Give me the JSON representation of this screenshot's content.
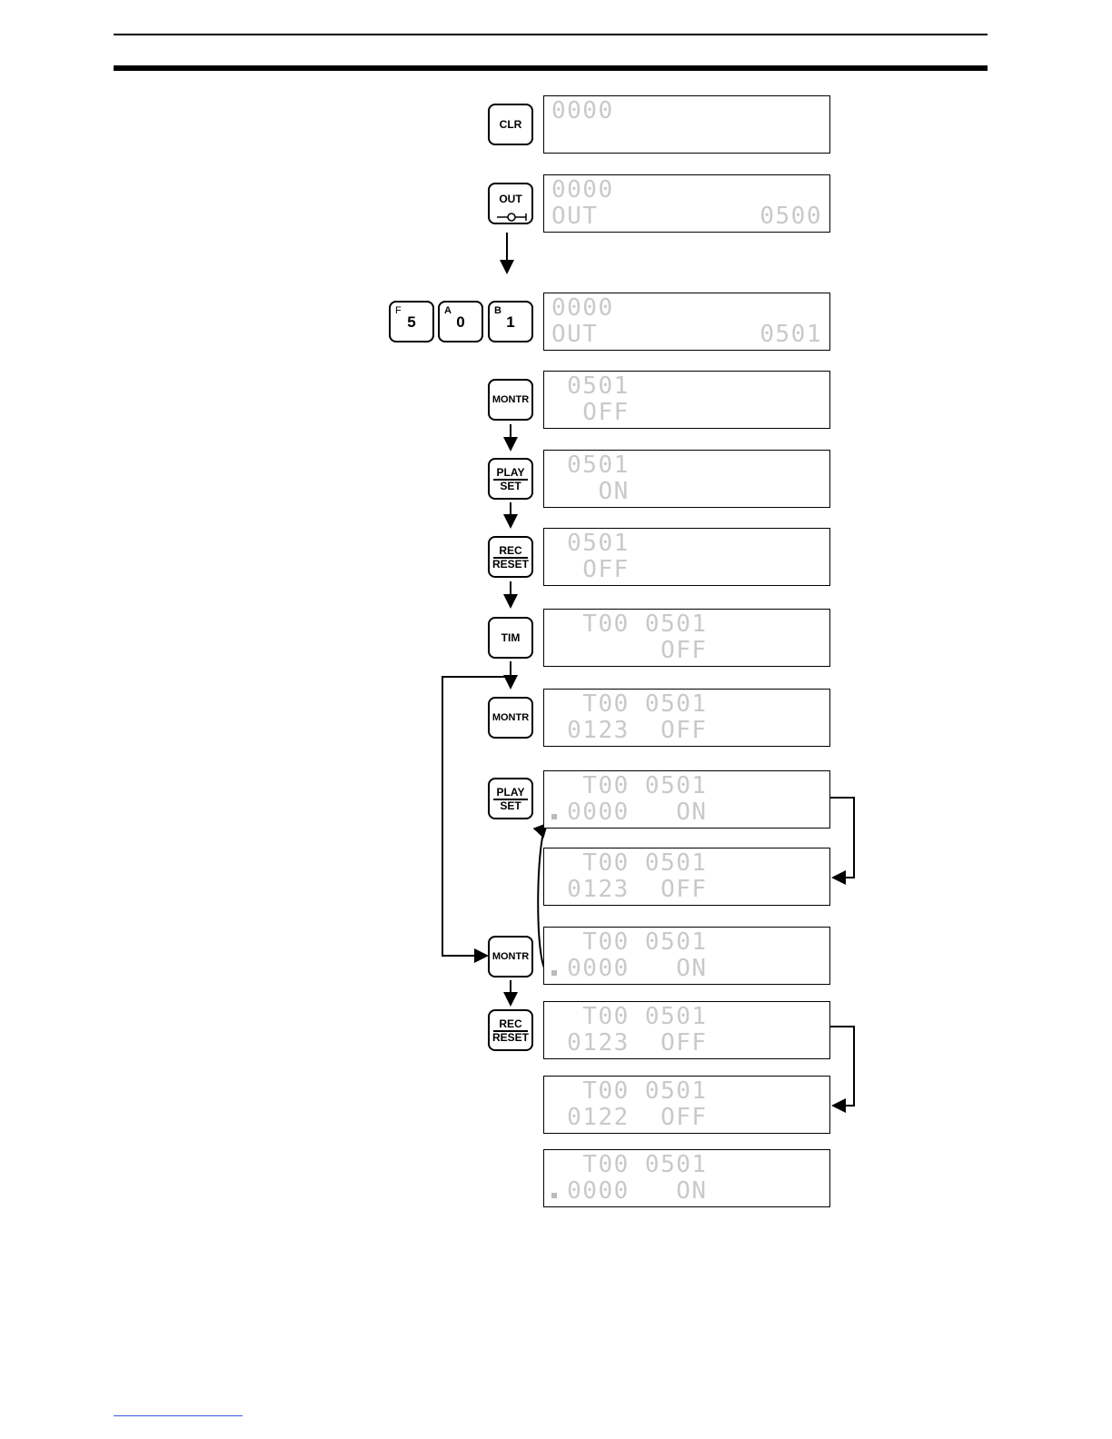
{
  "keys": {
    "clr": "CLR",
    "out": "OUT",
    "f5": {
      "corner": "F",
      "digit": "5"
    },
    "a0": {
      "corner": "A",
      "digit": "0"
    },
    "b1": {
      "corner": "B",
      "digit": "1"
    },
    "montr": "MONTR",
    "play": "PLAY",
    "set": "SET",
    "rec": "REC",
    "reset": "RESET",
    "tim": "TIM"
  },
  "displays": [
    {
      "line1": "0000",
      "line2": "",
      "line2_right": ""
    },
    {
      "line1": "0000",
      "line2": "OUT",
      "line2_right": "0500"
    },
    {
      "line1": "0000",
      "line2": "OUT",
      "line2_right": "0501"
    },
    {
      "line1": " 0501",
      "line2": "  OFF",
      "line2_right": ""
    },
    {
      "line1": " 0501",
      "line2": "   ON",
      "line2_right": ""
    },
    {
      "line1": " 0501",
      "line2": "  OFF",
      "line2_right": ""
    },
    {
      "line1": "  T00 0501",
      "line2": "       OFF",
      "line2_right": ""
    },
    {
      "line1": "  T00 0501",
      "line2": " 0123  OFF",
      "line2_right": ""
    },
    {
      "line1": "  T00 0501",
      "line2": " 0000   ON",
      "line2_right": ""
    },
    {
      "line1": "  T00 0501",
      "line2": " 0123  OFF",
      "line2_right": ""
    },
    {
      "line1": "  T00 0501",
      "line2": " 0000   ON",
      "line2_right": ""
    },
    {
      "line1": "  T00 0501",
      "line2": " 0123  OFF",
      "line2_right": ""
    },
    {
      "line1": "  T00 0501",
      "line2": " 0122  OFF",
      "line2_right": ""
    },
    {
      "line1": "  T00 0501",
      "line2": " 0000   ON",
      "line2_right": ""
    }
  ]
}
